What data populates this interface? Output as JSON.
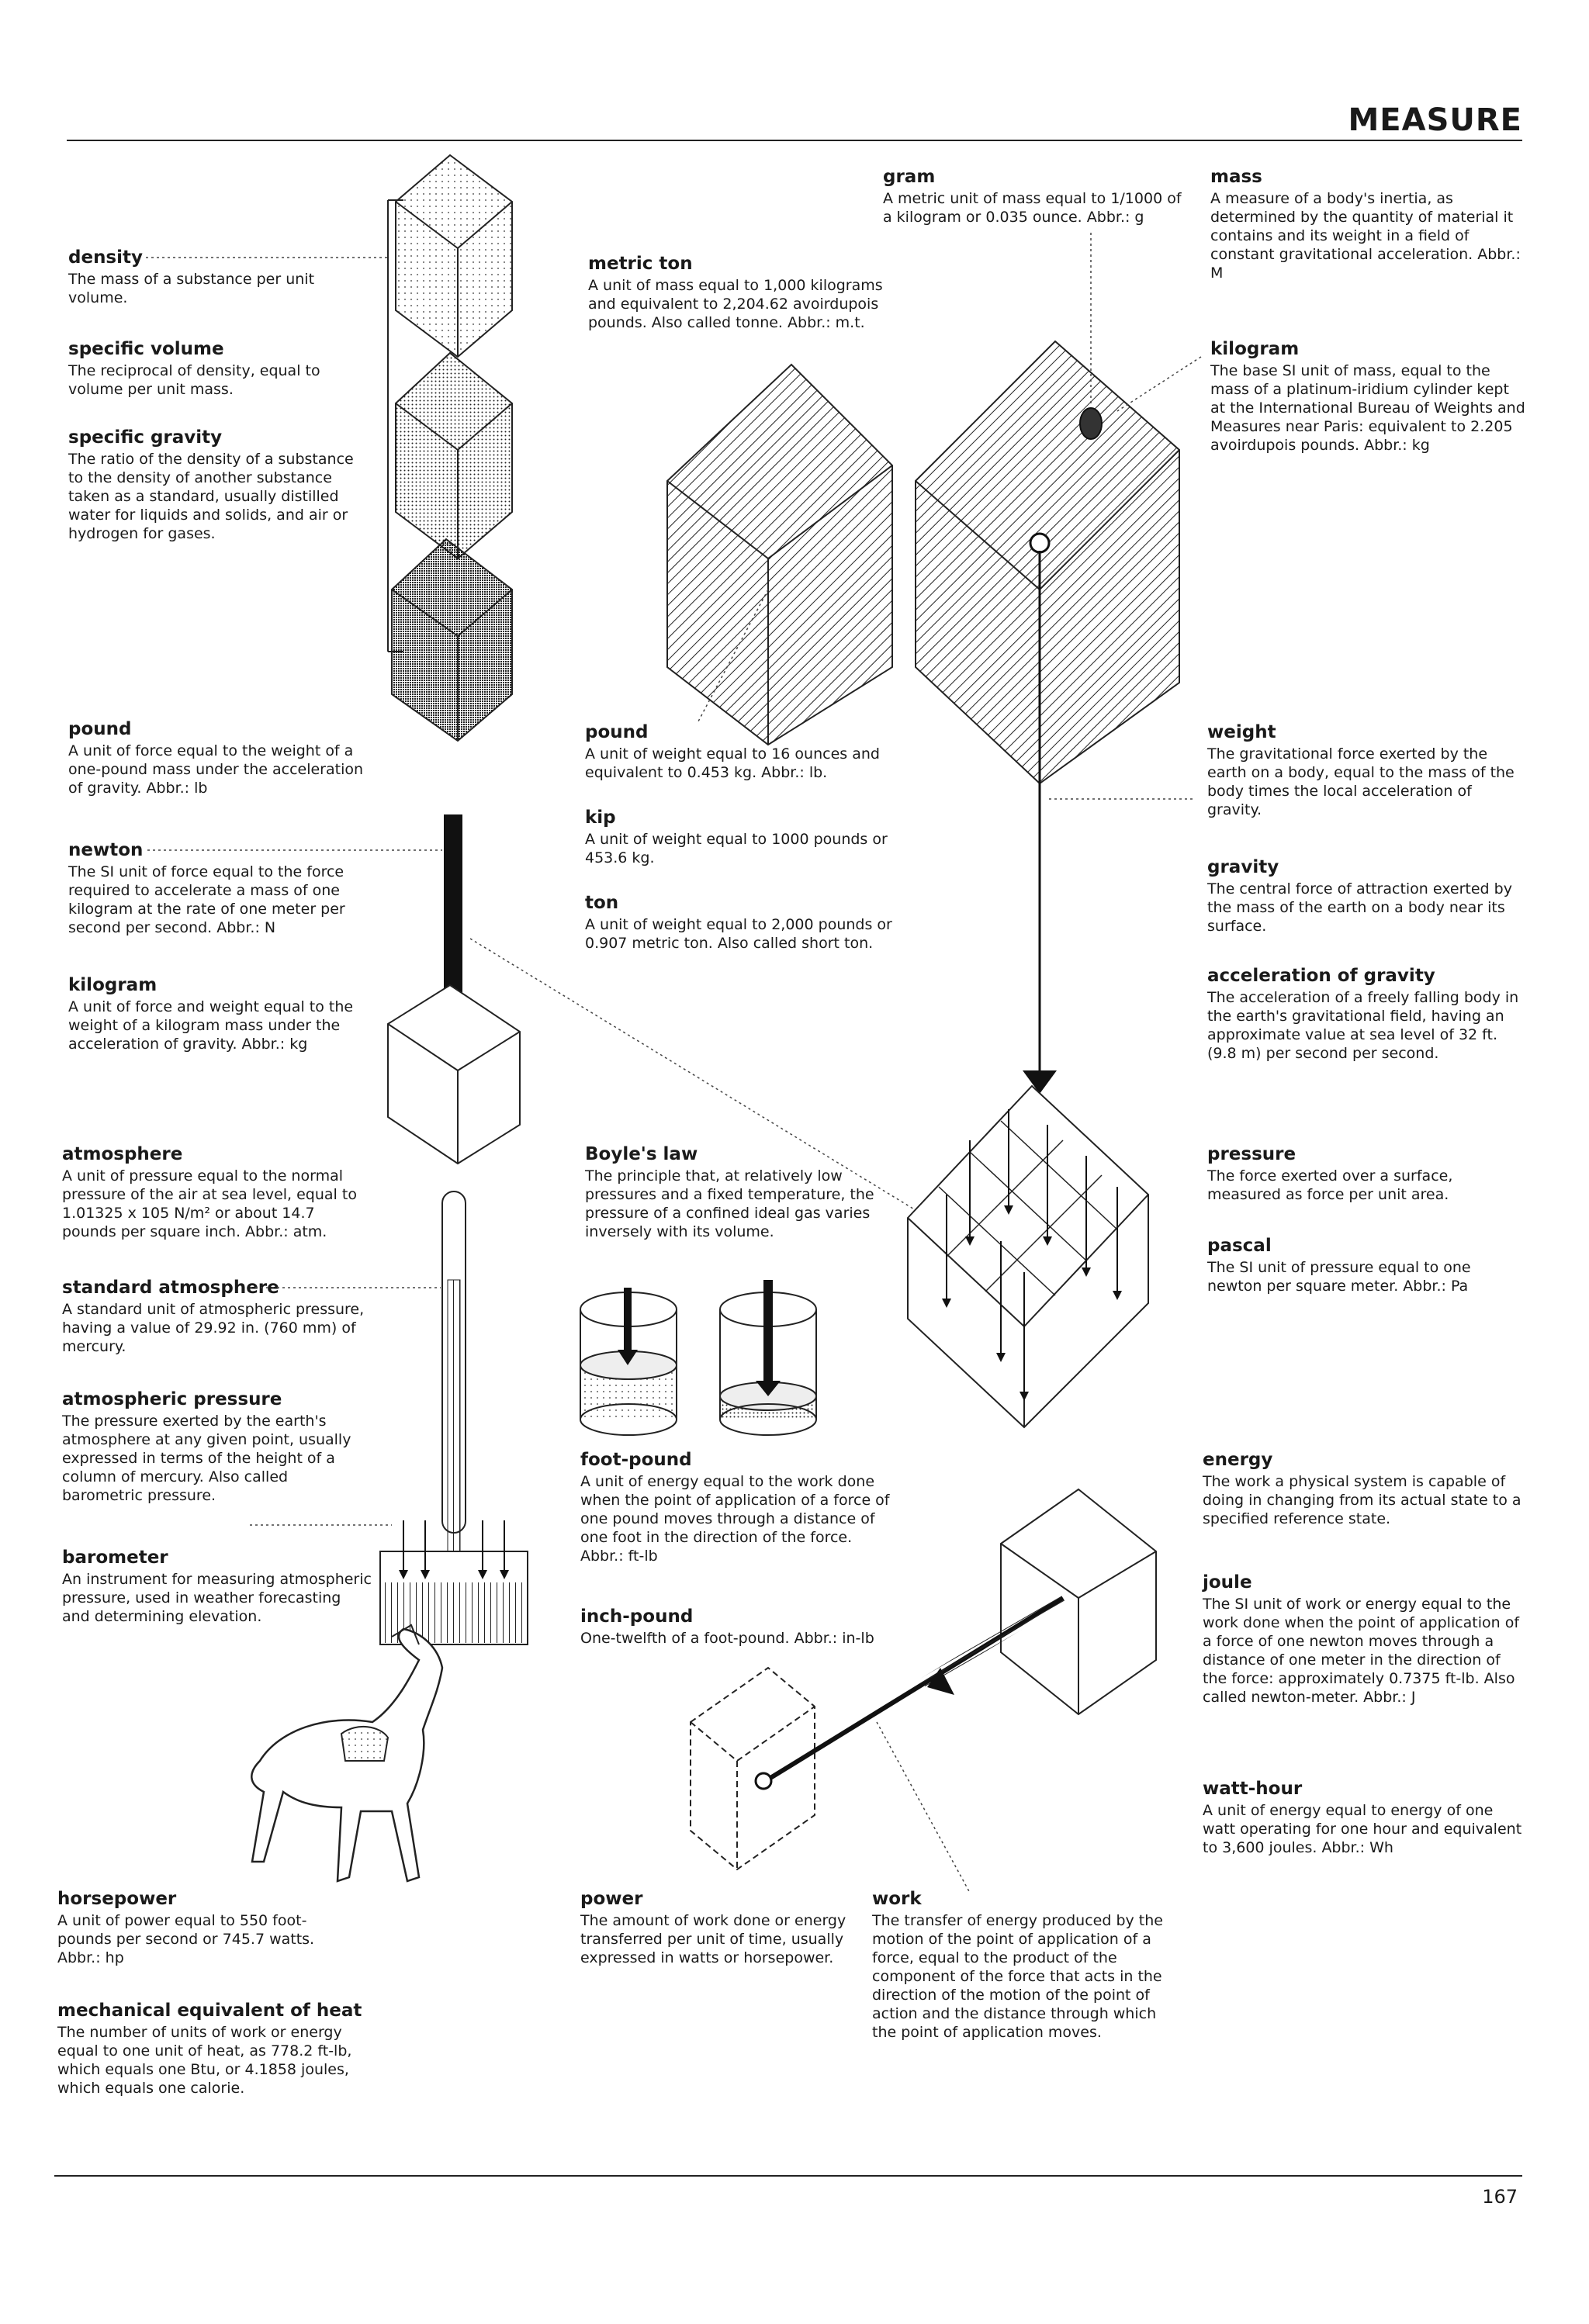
{
  "header": {
    "section_title": "MEASURE"
  },
  "footer": {
    "page_number": "167"
  },
  "entries": {
    "density": {
      "term": "density",
      "def": "The mass of a substance per unit volume."
    },
    "specific_volume": {
      "term": "specific volume",
      "def": "The reciprocal of density, equal to volume per unit mass."
    },
    "specific_gravity": {
      "term": "specific gravity",
      "def": "The ratio of the density of a substance to the density of another substance taken as a standard, usually distilled water for liquids and solids, and air or hydrogen for gases."
    },
    "metric_ton": {
      "term": "metric ton",
      "def": "A unit of mass equal to 1,000 kilograms and equivalent to 2,204.62 avoirdupois pounds. Also called tonne. Abbr.: m.t."
    },
    "gram": {
      "term": "gram",
      "def": "A metric unit of mass equal to 1/1000 of a kilogram or 0.035 ounce. Abbr.: g"
    },
    "mass": {
      "term": "mass",
      "def": "A measure of a body's inertia, as determined by the quantity of material it contains and its weight in a field of constant gravitational acceleration. Abbr.: M"
    },
    "kilogram_mass": {
      "term": "kilogram",
      "def": "The base SI unit of mass, equal to the mass of a platinum-iridium cylinder kept at the International Bureau of Weights and Measures near Paris: equivalent to 2.205 avoirdupois pounds. Abbr.: kg"
    },
    "pound_force": {
      "term": "pound",
      "def": "A unit of force equal to the weight of a one-pound mass under the acceleration of gravity. Abbr.: lb"
    },
    "newton": {
      "term": "newton",
      "def": "The SI unit of force equal to the force required to accelerate a mass of one kilogram at the rate of one meter per second per second. Abbr.: N"
    },
    "kilogram_force": {
      "term": "kilogram",
      "def": "A unit of force and weight equal to the weight of a kilogram mass under the acceleration of gravity. Abbr.: kg"
    },
    "pound_weight": {
      "term": "pound",
      "def": "A unit of weight equal to 16 ounces and equivalent to 0.453 kg. Abbr.: lb."
    },
    "kip": {
      "term": "kip",
      "def": "A unit of weight equal to 1000 pounds or 453.6 kg."
    },
    "ton": {
      "term": "ton",
      "def": "A unit of weight equal to 2,000 pounds or 0.907 metric ton. Also called short ton."
    },
    "weight": {
      "term": "weight",
      "def": "The gravitational force exerted by the earth on a body, equal to the mass of the body times the local acceleration of gravity."
    },
    "gravity": {
      "term": "gravity",
      "def": "The central force of attraction exerted by the mass of the earth on a body near its surface."
    },
    "acceleration_of_gravity": {
      "term": "acceleration of gravity",
      "def": "The acceleration of a freely falling body in the earth's gravitational field, having an approximate value at sea level of 32 ft. (9.8 m) per second per second."
    },
    "atmosphere": {
      "term": "atmosphere",
      "def": "A unit of pressure equal to the normal pressure of the air at sea level, equal to 1.01325 x 105 N/m² or about 14.7 pounds per square inch. Abbr.: atm."
    },
    "standard_atmosphere": {
      "term": "standard atmosphere",
      "def": "A standard unit of atmospheric pressure, having a value of 29.92 in. (760 mm) of mercury."
    },
    "atmospheric_pressure": {
      "term": "atmospheric pressure",
      "def": "The pressure exerted by the earth's atmosphere at any given point, usually expressed in terms of the height of a column of mercury. Also called barometric pressure."
    },
    "barometer": {
      "term": "barometer",
      "def": "An instrument for measuring atmospheric pressure, used in weather forecasting and determining elevation."
    },
    "boyles_law": {
      "term": "Boyle's law",
      "def": "The principle that, at relatively low pressures and a fixed temperature, the pressure of a confined ideal gas varies inversely with its volume."
    },
    "pressure": {
      "term": "pressure",
      "def": "The force exerted over a surface, measured as force per unit area."
    },
    "pascal": {
      "term": "pascal",
      "def": "The SI unit of pressure equal to one newton per square meter. Abbr.: Pa"
    },
    "foot_pound": {
      "term": "foot-pound",
      "def": "A unit of energy equal to the work done when the point of application of a force of one pound moves through a distance of one foot in the direction of the force. Abbr.: ft-lb"
    },
    "inch_pound": {
      "term": "inch-pound",
      "def": "One-twelfth of a foot-pound. Abbr.: in-lb"
    },
    "energy": {
      "term": "energy",
      "def": "The work a physical system is capable of doing in changing from its actual state to a specified reference state."
    },
    "joule": {
      "term": "joule",
      "def": "The SI unit of work or energy equal to the work done when the point of application of a force of one newton moves through a distance of one meter in the direction of the force: approximately 0.7375 ft-lb. Also called newton-meter. Abbr.: J"
    },
    "watt_hour": {
      "term": "watt-hour",
      "def": "A unit of energy equal to energy of one watt operating for one hour and equivalent to 3,600 joules. Abbr.: Wh"
    },
    "horsepower": {
      "term": "horsepower",
      "def": "A unit of power equal to 550 foot-pounds per second or 745.7 watts. Abbr.: hp"
    },
    "mechanical_equivalent_of_heat": {
      "term": "mechanical equivalent of heat",
      "def": "The number of units of work or energy equal to one unit of heat, as 778.2 ft-lb, which equals one Btu, or 4.1858 joules, which equals one calorie."
    },
    "power": {
      "term": "power",
      "def": "The amount of work done or energy transferred per unit of time, usually expressed in watts or horsepower."
    },
    "work": {
      "term": "work",
      "def": "The transfer of energy produced by the motion of the point of application of a force, equal to the product of the component of the force that acts in the direction of the motion of the point of action and the distance through which the point of application moves."
    }
  }
}
